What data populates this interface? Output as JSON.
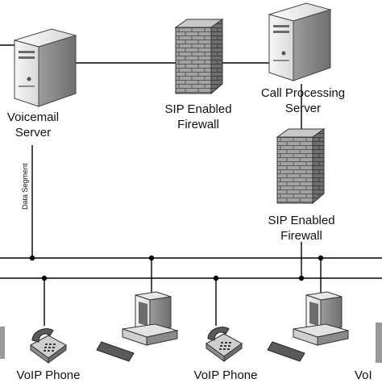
{
  "labels": {
    "voicemail_server": [
      "Voicemail",
      "Server"
    ],
    "firewall_top": [
      "SIP Enabled",
      "Firewall"
    ],
    "call_server": [
      "Call Processing",
      "Server"
    ],
    "firewall_right": [
      "SIP Enabled",
      "Firewall"
    ],
    "data_segment": "Data Segment",
    "voip_phone_1": "VoIP Phone",
    "voip_phone_2": "VoIP Phone",
    "voip_phone_3": "VoI"
  },
  "icons": {
    "server": "server-tower-icon",
    "firewall": "brick-firewall-icon",
    "phone": "desk-phone-icon",
    "workstation": "computer-workstation-icon"
  },
  "colors": {
    "line": "#000000",
    "device_light": "#f4f4f4",
    "device_mid": "#cfcfcf",
    "device_dark": "#8a8a8a",
    "brick": "#9a9a9a"
  }
}
